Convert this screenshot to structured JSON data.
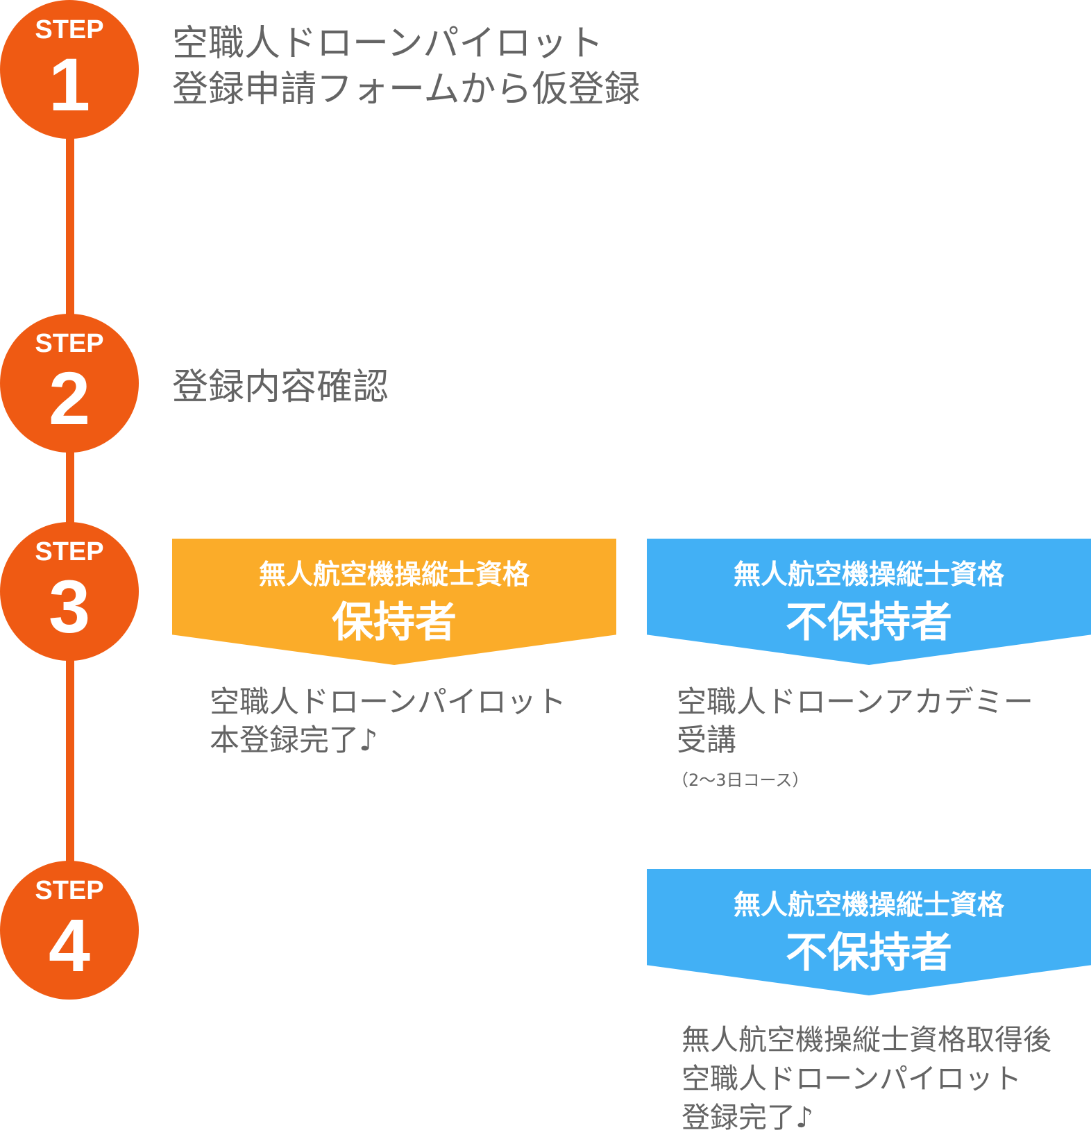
{
  "steps": [
    {
      "label": "STEP",
      "number": "1",
      "title_lines": [
        "空職人ドローンパイロット",
        "登録申請フォームから仮登録"
      ]
    },
    {
      "label": "STEP",
      "number": "2",
      "title": "登録内容確認"
    },
    {
      "label": "STEP",
      "number": "3"
    },
    {
      "label": "STEP",
      "number": "4"
    }
  ],
  "step3": {
    "holder": {
      "subtitle": "無人航空機操縦士資格",
      "heading": "保持者",
      "color": "#fbac29",
      "text_lines": [
        "空職人ドローンパイロット",
        "本登録完了♪"
      ]
    },
    "non_holder": {
      "subtitle": "無人航空機操縦士資格",
      "heading": "不保持者",
      "color": "#42b0f5",
      "text_lines": [
        "空職人ドローンアカデミー",
        "受講"
      ],
      "note": "（2～3日コース）"
    }
  },
  "step4": {
    "non_holder": {
      "subtitle": "無人航空機操縦士資格",
      "heading": "不保持者",
      "color": "#42b0f5",
      "text_lines": [
        "無人航空機操縦士資格取得後",
        "空職人ドローンパイロット",
        "登録完了♪"
      ]
    }
  },
  "colors": {
    "step_circle": "#ef5a13",
    "text": "#646464"
  }
}
